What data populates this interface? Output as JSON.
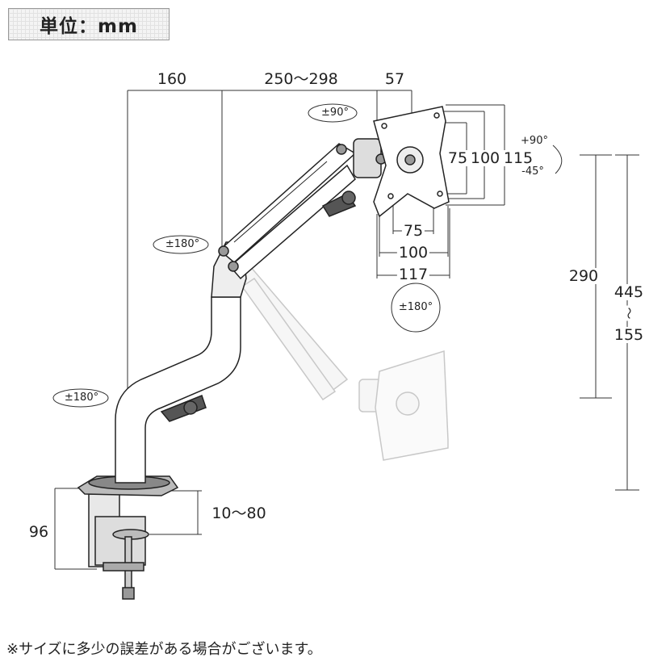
{
  "unit_label": "単位：mm",
  "dimensions": {
    "arm_base_depth": "160",
    "arm_reach": "250～298",
    "plate_offset": "57",
    "vesa_v_75": "75",
    "vesa_v_100": "100",
    "plate_height": "115",
    "vesa_h_75": "75",
    "vesa_h_100": "100",
    "plate_width": "117",
    "arm_height": "290",
    "height_max": "445",
    "height_sep": "～",
    "height_min": "155",
    "clamp_height": "96",
    "desk_thickness": "10～80"
  },
  "rotations": {
    "swivel_plate": "±90°",
    "tilt_up": "+90°",
    "tilt_down": "-45°",
    "plate_rotation": "±180°",
    "elbow_rotation": "±180°",
    "base_rotation": "±180°"
  },
  "footer_note": "※サイズに多少の誤差がある場合がございます。"
}
